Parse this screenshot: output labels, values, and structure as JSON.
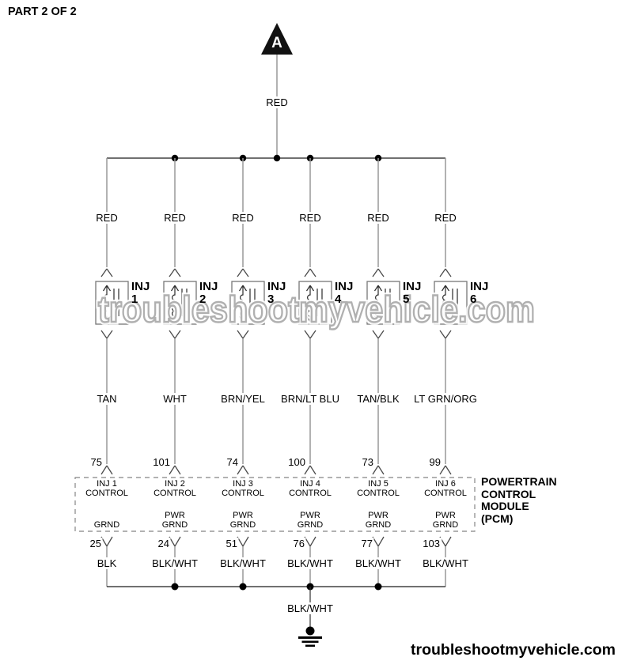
{
  "page": {
    "part_label": "PART 2 OF 2",
    "footer": "troubleshootmyvehicle.com",
    "watermark": "troubleshootmyvehicle.com"
  },
  "connector_a": {
    "label": "A",
    "wire_color": "RED"
  },
  "pcm": {
    "title_line1": "POWERTRAIN",
    "title_line2": "CONTROL",
    "title_line3": "MODULE",
    "title_line4": "(PCM)"
  },
  "ground": {
    "wire_color": "BLK/WHT"
  },
  "columns": [
    {
      "injector_label": "INJ",
      "injector_number": "1",
      "supply_color": "RED",
      "control_color": "TAN",
      "pcm_pin": "75",
      "fn_line1": "INJ 1",
      "fn_line2": "CONTROL",
      "gnd_line1": "",
      "gnd_line2": "GRND",
      "ground_pin": "25",
      "ground_color": "BLK"
    },
    {
      "injector_label": "INJ",
      "injector_number": "2",
      "supply_color": "RED",
      "control_color": "WHT",
      "pcm_pin": "101",
      "fn_line1": "INJ 2",
      "fn_line2": "CONTROL",
      "gnd_line1": "PWR",
      "gnd_line2": "GRND",
      "ground_pin": "24",
      "ground_color": "BLK/WHT"
    },
    {
      "injector_label": "INJ",
      "injector_number": "3",
      "supply_color": "RED",
      "control_color": "BRN/YEL",
      "pcm_pin": "74",
      "fn_line1": "INJ 3",
      "fn_line2": "CONTROL",
      "gnd_line1": "PWR",
      "gnd_line2": "GRND",
      "ground_pin": "51",
      "ground_color": "BLK/WHT"
    },
    {
      "injector_label": "INJ",
      "injector_number": "4",
      "supply_color": "RED",
      "control_color": "BRN/LT BLU",
      "pcm_pin": "100",
      "fn_line1": "INJ 4",
      "fn_line2": "CONTROL",
      "gnd_line1": "PWR",
      "gnd_line2": "GRND",
      "ground_pin": "76",
      "ground_color": "BLK/WHT"
    },
    {
      "injector_label": "INJ",
      "injector_number": "5",
      "supply_color": "RED",
      "control_color": "TAN/BLK",
      "pcm_pin": "73",
      "fn_line1": "INJ 5",
      "fn_line2": "CONTROL",
      "gnd_line1": "PWR",
      "gnd_line2": "GRND",
      "ground_pin": "77",
      "ground_color": "BLK/WHT"
    },
    {
      "injector_label": "INJ",
      "injector_number": "6",
      "supply_color": "RED",
      "control_color": "LT GRN/ORG",
      "pcm_pin": "99",
      "fn_line1": "INJ 6",
      "fn_line2": "CONTROL",
      "gnd_line1": "PWR",
      "gnd_line2": "GRND",
      "ground_pin": "103",
      "ground_color": "BLK/WHT"
    }
  ],
  "colors": {
    "wire_gray": "#999999",
    "line_black": "#1a1a1a",
    "watermark_outline": "#b0b0b0"
  }
}
